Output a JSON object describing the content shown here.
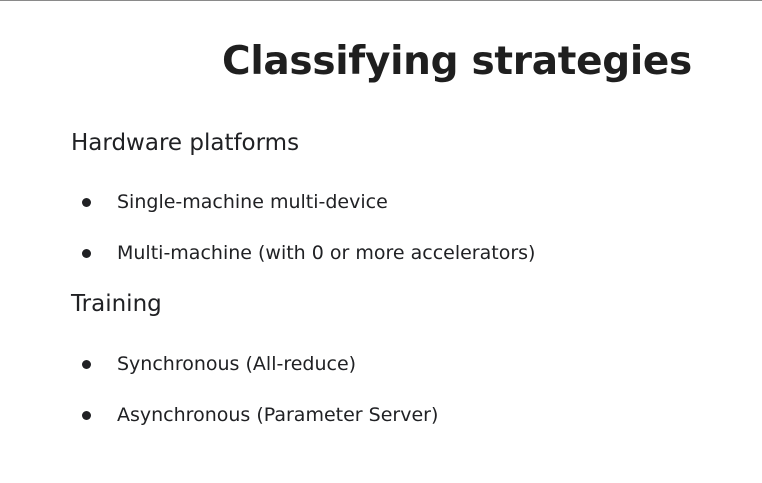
{
  "slide": {
    "title": "Classifying strategies",
    "sections": [
      {
        "heading": "Hardware platforms",
        "bullets": [
          "Single-machine multi-device",
          "Multi-machine (with 0 or more accelerators)"
        ]
      },
      {
        "heading": "Training",
        "bullets": [
          "Synchronous (All-reduce)",
          "Asynchronous (Parameter Server)"
        ]
      }
    ]
  },
  "colors": {
    "background": "#ffffff",
    "text": "#202124",
    "rule": "#8a8a8a"
  }
}
